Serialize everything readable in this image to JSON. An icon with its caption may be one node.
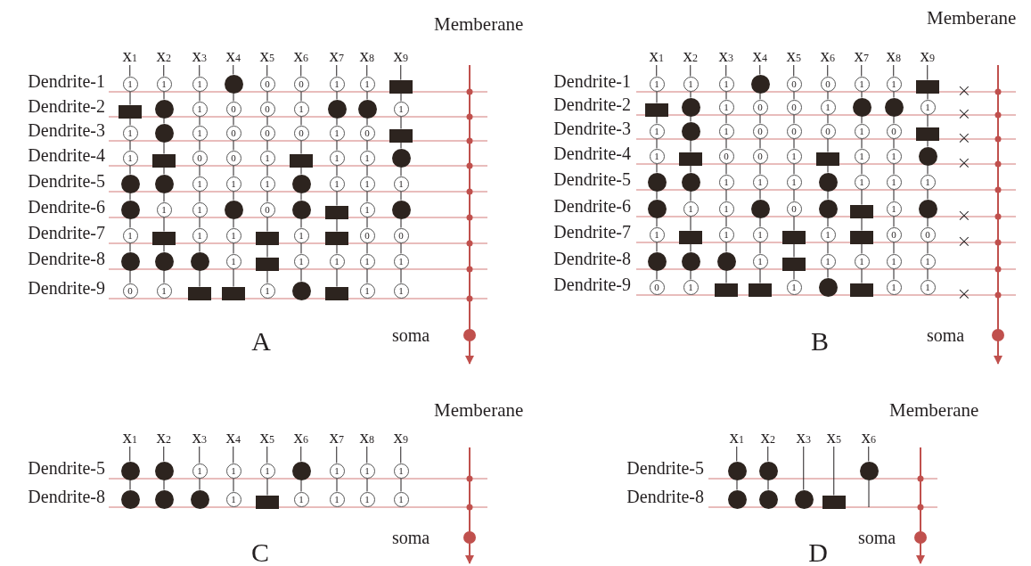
{
  "diagram": {
    "nodes": [
      {
        "text": [
          "x$_{1}$"
        ]
      },
      {
        "text": [
          "x$_{2}$"
        ]
      },
      {
        "text": [
          "x$_{3}$"
        ]
      },
      {
        "text": [
          "x$_{4}$"
        ]
      },
      {
        "text": [
          "x$_{5}$"
        ]
      },
      {
        "text": [
          "x$_{6}$"
        ]
      },
      {
        "text": [
          "x$_{7}$"
        ]
      },
      {
        "text": [
          "x$_{8}$"
        ]
      },
      {
        "text": [
          "x$_{9}$"
        ]
      },
      {
        "text": [
          "1"
        ]
      },
      {
        "text": [
          "1"
        ]
      },
      {
        "text": [
          "1"
        ]
      },
      {
        "text": [],
        "shape": "circle"
      },
      {
        "text": [
          "0"
        ]
      },
      {
        "text": [
          "0"
        ]
      },
      {
        "text": [
          "1"
        ]
      },
      {
        "text": [
          "1"
        ]
      },
      {
        "text": [],
        "shape": "box"
      },
      {
        "text": [],
        "shape": "box"
      },
      {
        "text": [],
        "shape": "circle"
      },
      {
        "text": [
          "1"
        ]
      },
      {
        "text": [
          "0"
        ]
      },
      {
        "text": [
          "0"
        ]
      },
      {
        "text": [
          "1"
        ]
      },
      {
        "text": [],
        "shape": "circle"
      },
      {
        "text": [],
        "shape": "circle"
      },
      {
        "text": [
          "1"
        ]
      },
      {
        "text": [
          "1"
        ]
      },
      {
        "text": [],
        "shape": "circle"
      },
      {
        "text": [
          "1"
        ]
      },
      {
        "text": [
          "0"
        ]
      },
      {
        "text": [
          "0"
        ]
      },
      {
        "text": [
          "0"
        ]
      },
      {
        "text": [
          "1"
        ]
      },
      {
        "text": [
          "0"
        ]
      },
      {
        "text": [],
        "shape": "box"
      },
      {
        "text": [
          "1"
        ]
      },
      {
        "text": [],
        "shape": "box"
      },
      {
        "text": [
          "0"
        ]
      },
      {
        "text": [
          "0"
        ]
      },
      {
        "text": [
          "1"
        ]
      },
      {
        "text": [],
        "shape": "box"
      },
      {
        "text": [
          "1"
        ]
      },
      {
        "text": [
          "1"
        ]
      },
      {
        "text": [],
        "shape": "circle"
      },
      {
        "text": [],
        "shape": "circle"
      },
      {
        "text": [],
        "shape": "circle"
      },
      {
        "text": [
          "1"
        ]
      },
      {
        "text": [
          "1"
        ]
      },
      {
        "text": [
          "1"
        ]
      },
      {
        "text": [],
        "shape": "circle"
      },
      {
        "text": [
          "1"
        ]
      },
      {
        "text": [
          "1"
        ]
      },
      {
        "text": [
          "1"
        ]
      },
      {
        "text": [],
        "shape": "circle"
      },
      {
        "text": [
          "1"
        ]
      },
      {
        "text": [
          "1"
        ]
      },
      {
        "text": [],
        "shape": "circle"
      },
      {
        "text": [
          "0"
        ]
      },
      {
        "text": [],
        "shape": "circle"
      },
      {
        "text": [],
        "shape": "box"
      },
      {
        "text": [
          "1"
        ]
      },
      {
        "text": [],
        "shape": "circle"
      },
      {
        "text": [
          "1"
        ]
      },
      {
        "text": [],
        "shape": "box"
      },
      {
        "text": [
          "1"
        ]
      },
      {
        "text": [
          "1"
        ]
      },
      {
        "text": [],
        "shape": "box"
      },
      {
        "text": [
          "1"
        ]
      },
      {
        "text": [],
        "shape": "box"
      },
      {
        "text": [
          "0"
        ]
      },
      {
        "text": [
          "0"
        ]
      },
      {
        "text": [],
        "shape": "circle"
      },
      {
        "text": [],
        "shape": "circle"
      },
      {
        "text": [],
        "shape": "circle"
      },
      {
        "text": [
          "1"
        ]
      },
      {
        "text": [],
        "shape": "box"
      },
      {
        "text": [
          "1"
        ]
      },
      {
        "text": [
          "1"
        ]
      },
      {
        "text": [
          "1"
        ]
      },
      {
        "text": [
          "1"
        ]
      },
      {
        "text": [
          "0"
        ]
      },
      {
        "text": [
          "1"
        ]
      },
      {
        "text": [],
        "shape": "box"
      },
      {
        "text": [],
        "shape": "box"
      },
      {
        "text": [
          "1"
        ]
      },
      {
        "text": [],
        "shape": "circle"
      },
      {
        "text": [],
        "shape": "box"
      },
      {
        "text": [
          "1"
        ]
      },
      {
        "text": [
          "1"
        ]
      },
      {
        "text": [
          "x$_{1}$"
        ]
      },
      {
        "text": [
          "x$_{2}$"
        ]
      },
      {
        "text": [
          "x$_{3}$"
        ]
      },
      {
        "text": [
          "x$_{4}$"
        ]
      },
      {
        "text": [
          "x$_{5}$"
        ]
      },
      {
        "text": [
          "x$_{6}$"
        ]
      },
      {
        "text": [
          "x$_{7}$"
        ]
      },
      {
        "text": [
          "x$_{8}$"
        ]
      },
      {
        "text": [
          "x$_{9}$"
        ]
      },
      {
        "text": [
          "1"
        ]
      },
      {
        "text": [
          "1"
        ]
      },
      {
        "text": [
          "1"
        ]
      },
      {
        "text": [],
        "shape": "circle"
      },
      {
        "text": [
          "0"
        ]
      },
      {
        "text": [
          "0"
        ]
      },
      {
        "text": [
          "1"
        ]
      },
      {
        "text": [
          "1"
        ]
      },
      {
        "text": [],
        "shape": "box"
      },
      {
        "text": [],
        "shape": "box"
      },
      {
        "text": [],
        "shape": "circle"
      },
      {
        "text": [
          "1"
        ]
      },
      {
        "text": [
          "0"
        ]
      },
      {
        "text": [
          "0"
        ]
      },
      {
        "text": [
          "1"
        ]
      },
      {
        "text": [],
        "shape": "circle"
      },
      {
        "text": [],
        "shape": "circle"
      },
      {
        "text": [
          "1"
        ]
      },
      {
        "text": [
          "1"
        ]
      },
      {
        "text": [],
        "shape": "circle"
      },
      {
        "text": [
          "1"
        ]
      },
      {
        "text": [
          "0"
        ]
      },
      {
        "text": [
          "0"
        ]
      },
      {
        "text": [
          "0"
        ]
      },
      {
        "text": [
          "1"
        ]
      },
      {
        "text": [
          "0"
        ]
      },
      {
        "text": [],
        "shape": "box"
      },
      {
        "text": [
          "1"
        ]
      },
      {
        "text": [],
        "shape": "box"
      },
      {
        "text": [
          "0"
        ]
      },
      {
        "text": [
          "0"
        ]
      },
      {
        "text": [
          "1"
        ]
      },
      {
        "text": [],
        "shape": "box"
      },
      {
        "text": [
          "1"
        ]
      },
      {
        "text": [
          "1"
        ]
      },
      {
        "text": [],
        "shape": "circle"
      },
      {
        "text": [],
        "shape": "circle"
      },
      {
        "text": [],
        "shape": "circle"
      },
      {
        "text": [
          "1"
        ]
      },
      {
        "text": [
          "1"
        ]
      },
      {
        "text": [
          "1"
        ]
      },
      {
        "text": [],
        "shape": "circle"
      },
      {
        "text": [
          "1"
        ]
      },
      {
        "text": [
          "1"
        ]
      },
      {
        "text": [
          "1"
        ]
      },
      {
        "text": [],
        "shape": "circle"
      },
      {
        "text": [
          "1"
        ]
      },
      {
        "text": [
          "1"
        ]
      },
      {
        "text": [],
        "shape": "circle"
      },
      {
        "text": [
          "0"
        ]
      },
      {
        "text": [],
        "shape": "circle"
      },
      {
        "text": [],
        "shape": "box"
      },
      {
        "text": [
          "1"
        ]
      },
      {
        "text": [],
        "shape": "circle"
      },
      {
        "text": [
          "1"
        ]
      },
      {
        "text": [],
        "shape": "box"
      },
      {
        "text": [
          "1"
        ]
      },
      {
        "text": [
          "1"
        ]
      },
      {
        "text": [],
        "shape": "box"
      },
      {
        "text": [
          "1"
        ]
      },
      {
        "text": [],
        "shape": "box"
      },
      {
        "text": [
          "0"
        ]
      },
      {
        "text": [
          "0"
        ]
      },
      {
        "text": [],
        "shape": "circle"
      },
      {
        "text": [],
        "shape": "circle"
      },
      {
        "text": [],
        "shape": "circle"
      },
      {
        "text": [
          "1"
        ]
      },
      {
        "text": [],
        "shape": "box"
      },
      {
        "text": [
          "1"
        ]
      },
      {
        "text": [
          "1"
        ]
      },
      {
        "text": [
          "1"
        ]
      },
      {
        "text": [
          "1"
        ]
      },
      {
        "text": [
          "0"
        ]
      },
      {
        "text": [
          "1"
        ]
      },
      {
        "text": [],
        "shape": "box"
      },
      {
        "text": [],
        "shape": "box"
      },
      {
        "text": [
          "1"
        ]
      },
      {
        "text": [],
        "shape": "circle"
      },
      {
        "text": [],
        "shape": "box"
      },
      {
        "text": [
          "1"
        ]
      },
      {
        "text": [
          "1"
        ]
      },
      {
        "text": [
          "x$_{1}$"
        ]
      },
      {
        "text": [
          "x$_{2}$"
        ]
      },
      {
        "text": [
          "x$_{3}$"
        ]
      },
      {
        "text": [
          "x$_{4}$"
        ]
      },
      {
        "text": [
          "x$_{5}$"
        ]
      },
      {
        "text": [
          "x$_{6}$"
        ]
      },
      {
        "text": [
          "x$_{7}$"
        ]
      },
      {
        "text": [
          "x$_{8}$"
        ]
      },
      {
        "text": [
          "x$_{9}$"
        ]
      },
      {
        "text": [],
        "shape": "circle"
      },
      {
        "text": [],
        "shape": "circle"
      },
      {
        "text": [
          "1"
        ]
      },
      {
        "text": [
          "1"
        ]
      },
      {
        "text": [
          "1"
        ]
      },
      {
        "text": [],
        "shape": "circle"
      },
      {
        "text": [
          "1"
        ]
      },
      {
        "text": [
          "1"
        ]
      },
      {
        "text": [
          "1"
        ]
      },
      {
        "text": [],
        "shape": "circle"
      },
      {
        "text": [],
        "shape": "circle"
      },
      {
        "text": [],
        "shape": "circle"
      },
      {
        "text": [
          "1"
        ]
      },
      {
        "text": [],
        "shape": "box"
      },
      {
        "text": [
          "1"
        ]
      },
      {
        "text": [
          "1"
        ]
      },
      {
        "text": [
          "1"
        ]
      },
      {
        "text": [
          "1"
        ]
      },
      {
        "text": [
          "x$_{1}$"
        ]
      },
      {
        "text": [
          "x$_{2}$"
        ]
      },
      {
        "text": [
          "x$_{3}$"
        ]
      },
      {
        "text": [
          "x$_{5}$"
        ]
      },
      {
        "text": [
          "x$_{6}$"
        ]
      },
      {
        "text": [],
        "shape": "circle"
      },
      {
        "text": [],
        "shape": "circle"
      },
      {
        "text": [],
        "shape": "circle"
      },
      {
        "text": [],
        "shape": "circle"
      },
      {
        "text": [],
        "shape": "circle"
      },
      {
        "text": [],
        "shape": "circle"
      },
      {
        "text": [],
        "shape": "box"
      }
    ],
    "edges": [
      {
        "from": 0,
        "to": 9,
        "arrow": "none"
      },
      {
        "from": 9,
        "to": 18,
        "arrow": "none"
      },
      {
        "from": 18,
        "to": 27,
        "arrow": "none"
      },
      {
        "from": 27,
        "to": 36,
        "arrow": "none"
      },
      {
        "from": 36,
        "to": 45,
        "arrow": "none"
      },
      {
        "from": 45,
        "to": 54,
        "arrow": "none"
      },
      {
        "from": 54,
        "to": 63,
        "arrow": "none"
      },
      {
        "from": 63,
        "to": 72,
        "arrow": "none"
      },
      {
        "from": 72,
        "to": 81,
        "arrow": "none"
      },
      {
        "from": 1,
        "to": 10,
        "arrow": "none"
      },
      {
        "from": 10,
        "to": 19,
        "arrow": "none"
      },
      {
        "from": 19,
        "to": 28,
        "arrow": "none"
      },
      {
        "from": 28,
        "to": 37,
        "arrow": "none"
      },
      {
        "from": 37,
        "to": 46,
        "arrow": "none"
      },
      {
        "from": 46,
        "to": 55,
        "arrow": "none"
      },
      {
        "from": 55,
        "to": 64,
        "arrow": "none"
      },
      {
        "from": 64,
        "to": 73,
        "arrow": "none"
      },
      {
        "from": 73,
        "to": 82,
        "arrow": "none"
      },
      {
        "from": 2,
        "to": 11,
        "arrow": "none"
      },
      {
        "from": 11,
        "to": 20,
        "arrow": "none"
      },
      {
        "from": 20,
        "to": 29,
        "arrow": "none"
      },
      {
        "from": 29,
        "to": 38,
        "arrow": "none"
      },
      {
        "from": 38,
        "to": 47,
        "arrow": "none"
      },
      {
        "from": 47,
        "to": 56,
        "arrow": "none"
      },
      {
        "from": 56,
        "to": 65,
        "arrow": "none"
      },
      {
        "from": 65,
        "to": 74,
        "arrow": "none"
      },
      {
        "from": 74,
        "to": 83,
        "arrow": "none"
      },
      {
        "from": 3,
        "to": 12,
        "arrow": "none"
      },
      {
        "from": 12,
        "to": 21,
        "arrow": "none"
      },
      {
        "from": 21,
        "to": 30,
        "arrow": "none"
      },
      {
        "from": 30,
        "to": 39,
        "arrow": "none"
      },
      {
        "from": 39,
        "to": 48,
        "arrow": "none"
      },
      {
        "from": 48,
        "to": 57,
        "arrow": "none"
      },
      {
        "from": 57,
        "to": 66,
        "arrow": "none"
      },
      {
        "from": 66,
        "to": 75,
        "arrow": "none"
      },
      {
        "from": 75,
        "to": 84,
        "arrow": "none"
      },
      {
        "from": 4,
        "to": 13,
        "arrow": "none"
      },
      {
        "from": 13,
        "to": 22,
        "arrow": "none"
      },
      {
        "from": 22,
        "to": 31,
        "arrow": "none"
      },
      {
        "from": 31,
        "to": 40,
        "arrow": "none"
      },
      {
        "from": 40,
        "to": 49,
        "arrow": "none"
      },
      {
        "from": 49,
        "to": 58,
        "arrow": "none"
      },
      {
        "from": 58,
        "to": 67,
        "arrow": "none"
      },
      {
        "from": 67,
        "to": 76,
        "arrow": "none"
      },
      {
        "from": 76,
        "to": 85,
        "arrow": "none"
      },
      {
        "from": 5,
        "to": 14,
        "arrow": "none"
      },
      {
        "from": 14,
        "to": 23,
        "arrow": "none"
      },
      {
        "from": 23,
        "to": 32,
        "arrow": "none"
      },
      {
        "from": 32,
        "to": 41,
        "arrow": "none"
      },
      {
        "from": 41,
        "to": 50,
        "arrow": "none"
      },
      {
        "from": 50,
        "to": 59,
        "arrow": "none"
      },
      {
        "from": 59,
        "to": 68,
        "arrow": "none"
      },
      {
        "from": 68,
        "to": 77,
        "arrow": "none"
      },
      {
        "from": 77,
        "to": 86,
        "arrow": "none"
      },
      {
        "from": 6,
        "to": 15,
        "arrow": "none"
      },
      {
        "from": 15,
        "to": 24,
        "arrow": "none"
      },
      {
        "from": 24,
        "to": 33,
        "arrow": "none"
      },
      {
        "from": 33,
        "to": 42,
        "arrow": "none"
      },
      {
        "from": 42,
        "to": 51,
        "arrow": "none"
      },
      {
        "from": 51,
        "to": 60,
        "arrow": "none"
      },
      {
        "from": 60,
        "to": 69,
        "arrow": "none"
      },
      {
        "from": 69,
        "to": 78,
        "arrow": "none"
      },
      {
        "from": 78,
        "to": 87,
        "arrow": "none"
      },
      {
        "from": 7,
        "to": 16,
        "arrow": "none"
      },
      {
        "from": 16,
        "to": 25,
        "arrow": "none"
      },
      {
        "from": 25,
        "to": 34,
        "arrow": "none"
      },
      {
        "from": 34,
        "to": 43,
        "arrow": "none"
      },
      {
        "from": 43,
        "to": 52,
        "arrow": "none"
      },
      {
        "from": 52,
        "to": 61,
        "arrow": "none"
      },
      {
        "from": 61,
        "to": 70,
        "arrow": "none"
      },
      {
        "from": 70,
        "to": 79,
        "arrow": "none"
      },
      {
        "from": 79,
        "to": 88,
        "arrow": "none"
      },
      {
        "from": 8,
        "to": 17,
        "arrow": "none"
      },
      {
        "from": 17,
        "to": 26,
        "arrow": "none"
      },
      {
        "from": 26,
        "to": 35,
        "arrow": "none"
      },
      {
        "from": 35,
        "to": 44,
        "arrow": "none"
      },
      {
        "from": 44,
        "to": 53,
        "arrow": "none"
      },
      {
        "from": 53,
        "to": 62,
        "arrow": "none"
      },
      {
        "from": 62,
        "to": 71,
        "arrow": "none"
      },
      {
        "from": 71,
        "to": 80,
        "arrow": "none"
      },
      {
        "from": 80,
        "to": 89,
        "arrow": "none"
      },
      {
        "from": 90,
        "to": 99,
        "arrow": "none"
      },
      {
        "from": 99,
        "to": 108,
        "arrow": "none"
      },
      {
        "from": 108,
        "to": 117,
        "arrow": "none"
      },
      {
        "from": 117,
        "to": 126,
        "arrow": "none"
      },
      {
        "from": 126,
        "to": 135,
        "arrow": "none"
      },
      {
        "from": 135,
        "to": 144,
        "arrow": "none"
      },
      {
        "from": 144,
        "to": 153,
        "arrow": "none"
      },
      {
        "from": 153,
        "to": 162,
        "arrow": "none"
      },
      {
        "from": 162,
        "to": 171,
        "arrow": "none"
      },
      {
        "from": 91,
        "to": 100,
        "arrow": "none"
      },
      {
        "from": 100,
        "to": 109,
        "arrow": "none"
      },
      {
        "from": 109,
        "to": 118,
        "arrow": "none"
      },
      {
        "from": 118,
        "to": 127,
        "arrow": "none"
      },
      {
        "from": 127,
        "to": 136,
        "arrow": "none"
      },
      {
        "from": 136,
        "to": 145,
        "arrow": "none"
      },
      {
        "from": 145,
        "to": 154,
        "arrow": "none"
      },
      {
        "from": 154,
        "to": 163,
        "arrow": "none"
      },
      {
        "from": 163,
        "to": 172,
        "arrow": "none"
      },
      {
        "from": 92,
        "to": 101,
        "arrow": "none"
      },
      {
        "from": 101,
        "to": 110,
        "arrow": "none"
      },
      {
        "from": 110,
        "to": 119,
        "arrow": "none"
      },
      {
        "from": 119,
        "to": 128,
        "arrow": "none"
      },
      {
        "from": 128,
        "to": 137,
        "arrow": "none"
      },
      {
        "from": 137,
        "to": 146,
        "arrow": "none"
      },
      {
        "from": 146,
        "to": 155,
        "arrow": "none"
      },
      {
        "from": 155,
        "to": 164,
        "arrow": "none"
      },
      {
        "from": 164,
        "to": 173,
        "arrow": "none"
      },
      {
        "from": 93,
        "to": 102,
        "arrow": "none"
      },
      {
        "from": 102,
        "to": 111,
        "arrow": "none"
      },
      {
        "from": 111,
        "to": 120,
        "arrow": "none"
      },
      {
        "from": 120,
        "to": 129,
        "arrow": "none"
      },
      {
        "from": 129,
        "to": 138,
        "arrow": "none"
      },
      {
        "from": 138,
        "to": 147,
        "arrow": "none"
      },
      {
        "from": 147,
        "to": 156,
        "arrow": "none"
      },
      {
        "from": 156,
        "to": 165,
        "arrow": "none"
      },
      {
        "from": 165,
        "to": 174,
        "arrow": "none"
      },
      {
        "from": 94,
        "to": 103,
        "arrow": "none"
      },
      {
        "from": 103,
        "to": 112,
        "arrow": "none"
      },
      {
        "from": 112,
        "to": 121,
        "arrow": "none"
      },
      {
        "from": 121,
        "to": 130,
        "arrow": "none"
      },
      {
        "from": 130,
        "to": 139,
        "arrow": "none"
      },
      {
        "from": 139,
        "to": 148,
        "arrow": "none"
      },
      {
        "from": 148,
        "to": 157,
        "arrow": "none"
      },
      {
        "from": 157,
        "to": 166,
        "arrow": "none"
      },
      {
        "from": 166,
        "to": 175,
        "arrow": "none"
      },
      {
        "from": 95,
        "to": 104,
        "arrow": "none"
      },
      {
        "from": 104,
        "to": 113,
        "arrow": "none"
      },
      {
        "from": 113,
        "to": 122,
        "arrow": "none"
      },
      {
        "from": 122,
        "to": 131,
        "arrow": "none"
      },
      {
        "from": 131,
        "to": 140,
        "arrow": "none"
      },
      {
        "from": 140,
        "to": 149,
        "arrow": "none"
      },
      {
        "from": 149,
        "to": 158,
        "arrow": "none"
      },
      {
        "from": 158,
        "to": 167,
        "arrow": "none"
      },
      {
        "from": 167,
        "to": 176,
        "arrow": "none"
      },
      {
        "from": 96,
        "to": 105,
        "arrow": "none"
      },
      {
        "from": 105,
        "to": 114,
        "arrow": "none"
      },
      {
        "from": 114,
        "to": 123,
        "arrow": "none"
      },
      {
        "from": 123,
        "to": 132,
        "arrow": "none"
      },
      {
        "from": 132,
        "to": 141,
        "arrow": "none"
      },
      {
        "from": 141,
        "to": 150,
        "arrow": "none"
      },
      {
        "from": 150,
        "to": 159,
        "arrow": "none"
      },
      {
        "from": 159,
        "to": 168,
        "arrow": "none"
      },
      {
        "from": 168,
        "to": 177,
        "arrow": "none"
      },
      {
        "from": 97,
        "to": 106,
        "arrow": "none"
      },
      {
        "from": 106,
        "to": 115,
        "arrow": "none"
      },
      {
        "from": 115,
        "to": 124,
        "arrow": "none"
      },
      {
        "from": 124,
        "to": 133,
        "arrow": "none"
      },
      {
        "from": 133,
        "to": 142,
        "arrow": "none"
      },
      {
        "from": 142,
        "to": 151,
        "arrow": "none"
      },
      {
        "from": 151,
        "to": 160,
        "arrow": "none"
      },
      {
        "from": 160,
        "to": 169,
        "arrow": "none"
      },
      {
        "from": 169,
        "to": 178,
        "arrow": "none"
      },
      {
        "from": 98,
        "to": 107,
        "arrow": "none"
      },
      {
        "from": 107,
        "to": 116,
        "arrow": "none"
      },
      {
        "from": 116,
        "to": 125,
        "arrow": "none"
      },
      {
        "from": 125,
        "to": 134,
        "arrow": "none"
      },
      {
        "from": 134,
        "to": 143,
        "arrow": "none"
      },
      {
        "from": 143,
        "to": 152,
        "arrow": "none"
      },
      {
        "from": 152,
        "to": 161,
        "arrow": "none"
      },
      {
        "from": 161,
        "to": 170,
        "arrow": "none"
      },
      {
        "from": 170,
        "to": 179,
        "arrow": "none"
      },
      {
        "from": 180,
        "to": 189,
        "arrow": "none"
      },
      {
        "from": 189,
        "to": 198,
        "arrow": "none"
      },
      {
        "from": 181,
        "to": 190,
        "arrow": "none"
      },
      {
        "from": 190,
        "to": 199,
        "arrow": "none"
      },
      {
        "from": 182,
        "to": 191,
        "arrow": "none"
      },
      {
        "from": 191,
        "to": 200,
        "arrow": "none"
      },
      {
        "from": 183,
        "to": 192,
        "arrow": "none"
      },
      {
        "from": 192,
        "to": 201,
        "arrow": "none"
      },
      {
        "from": 184,
        "to": 193,
        "arrow": "none"
      },
      {
        "from": 193,
        "to": 202,
        "arrow": "none"
      },
      {
        "from": 185,
        "to": 194,
        "arrow": "none"
      },
      {
        "from": 194,
        "to": 203,
        "arrow": "none"
      },
      {
        "from": 186,
        "to": 195,
        "arrow": "none"
      },
      {
        "from": 195,
        "to": 204,
        "arrow": "none"
      },
      {
        "from": 187,
        "to": 196,
        "arrow": "none"
      },
      {
        "from": 196,
        "to": 205,
        "arrow": "none"
      },
      {
        "from": 188,
        "to": 197,
        "arrow": "none"
      },
      {
        "from": 197,
        "to": 206,
        "arrow": "none"
      },
      {
        "from": 207,
        "to": 212,
        "arrow": "none"
      },
      {
        "from": 212,
        "to": 215,
        "arrow": "none"
      },
      {
        "from": 208,
        "to": 213,
        "arrow": "none"
      },
      {
        "from": 213,
        "to": 216,
        "arrow": "none"
      },
      {
        "from": 209,
        "to": 217,
        "arrow": "none"
      },
      {
        "from": 210,
        "to": 218,
        "arrow": "none"
      },
      {
        "from": 211,
        "to": 214,
        "arrow": "none"
      },
      {
        "from": 214,
        "to": null,
        "arrow": "none"
      }
    ],
    "labels": [
      "Memberane",
      "Dendrite-1",
      "Dendrite-2",
      "Dendrite-3",
      "Dendrite-4",
      "Dendrite-5",
      "Dendrite-6",
      "Dendrite-7",
      "Dendrite-8",
      "Dendrite-9",
      "soma",
      "A",
      "Memberane",
      "Dendrite-1",
      "Dendrite-2",
      "Dendrite-3",
      "Dendrite-4",
      "Dendrite-5",
      "Dendrite-6",
      "Dendrite-7",
      "Dendrite-8",
      "Dendrite-9",
      "×",
      "×",
      "×",
      "×",
      "×",
      "×",
      "×",
      "soma",
      "B",
      "Memberane",
      "Dendrite-5",
      "Dendrite-8",
      "soma",
      "C",
      "Memberane",
      "Dendrite-5",
      "Dendrite-8",
      "soma",
      "D"
    ]
  }
}
